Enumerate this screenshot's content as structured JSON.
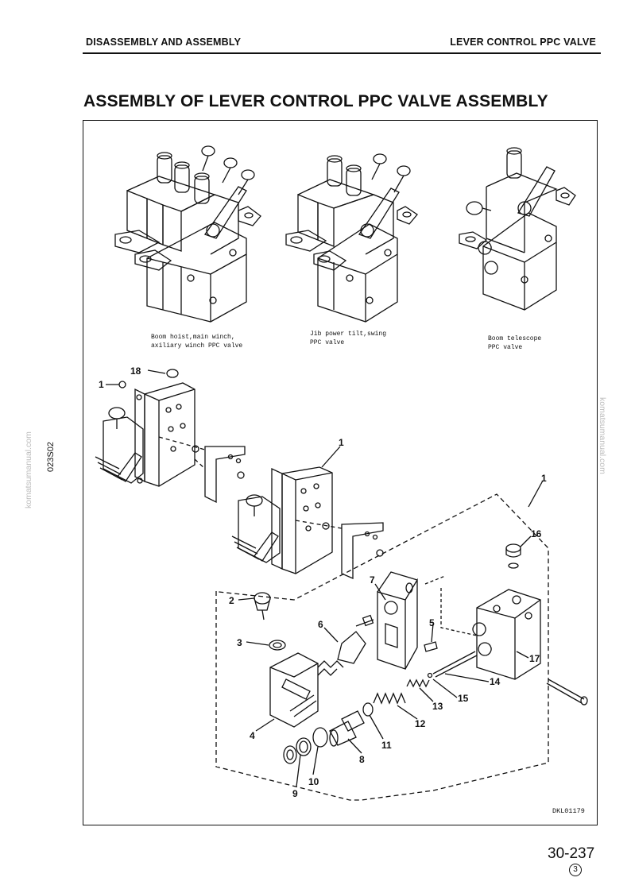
{
  "header": {
    "section": "DISASSEMBLY AND ASSEMBLY",
    "topic": "LEVER CONTROL PPC VALVE"
  },
  "title": "ASSEMBLY OF LEVER CONTROL PPC VALVE ASSEMBLY",
  "side_text": {
    "watermark_left": "komatsumanual.com",
    "watermark_right": "komatsumanual.com",
    "code": "023S02"
  },
  "captions": {
    "valve_1": [
      "Boom hoist,main winch,",
      "axiliary winch PPC valve"
    ],
    "valve_2": [
      "Jib power tilt,swing",
      "PPC valve"
    ],
    "valve_3": [
      "Boom telescope",
      "PPC valve"
    ]
  },
  "callouts": [
    "18",
    "1",
    "1",
    "1",
    "16",
    "2",
    "7",
    "5",
    "3",
    "6",
    "17",
    "14",
    "15",
    "13",
    "12",
    "11",
    "4",
    "8",
    "10",
    "9"
  ],
  "drawing_id": "DKL01179",
  "footer": {
    "page_number": "30-237",
    "revision": "3"
  }
}
